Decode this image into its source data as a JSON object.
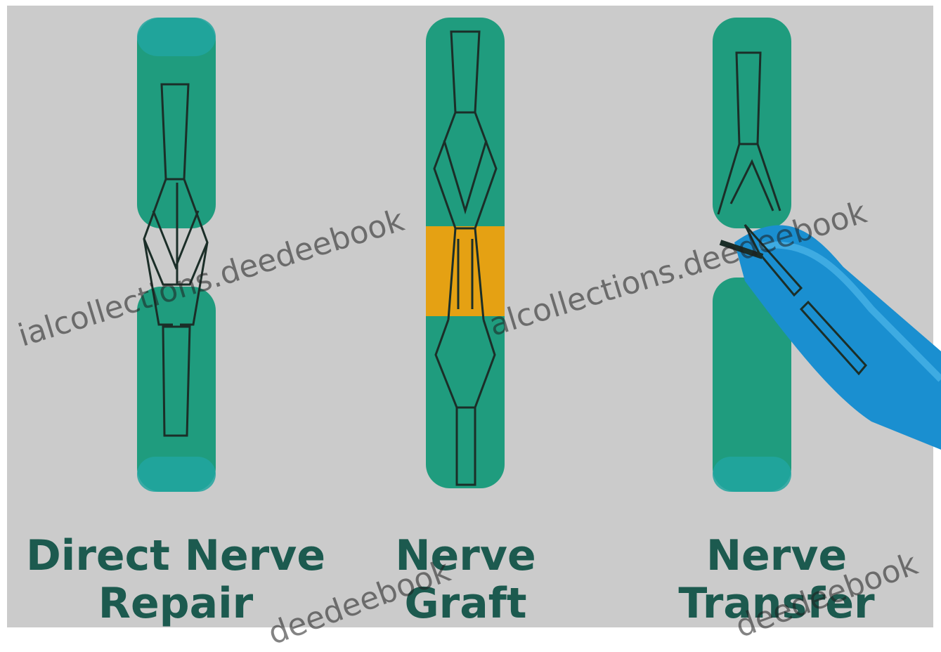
{
  "panels": [
    {
      "line1": "Direct Nerve",
      "line2": "Repair"
    },
    {
      "line1": "Nerve",
      "line2": "Graft"
    },
    {
      "line1": "Nerve",
      "line2": "Transfer"
    }
  ],
  "watermarks": [
    "ialcollections.deedeebook",
    "alcollections.deedeebook",
    "deedeebook",
    "deedeebook"
  ],
  "colors": {
    "background": "#cbcbcb",
    "nerve": "#1f9c7e",
    "nerve_end": "#21a6a0",
    "graft": "#e5a113",
    "donor": "#1a8fd0",
    "outline": "#1b2e28",
    "label": "#1c5a4f"
  }
}
